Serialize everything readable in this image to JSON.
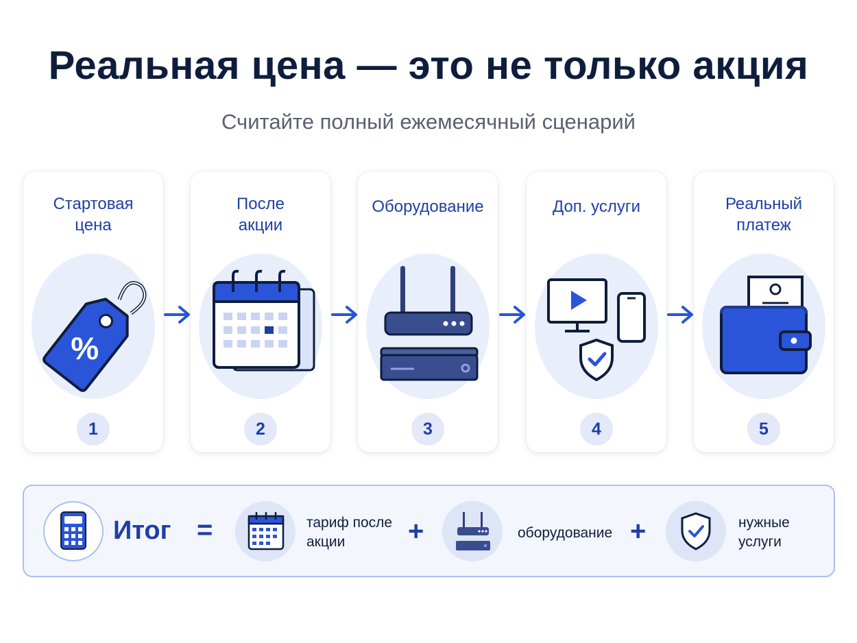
{
  "title": "Реальная цена — это не только акция",
  "subtitle": "Считайте полный ежемесячный сценарий",
  "steps": [
    {
      "label": "Стартовая цена",
      "number": "1",
      "icon": "price-tag-icon"
    },
    {
      "label": "После акции",
      "number": "2",
      "icon": "calendar-icon"
    },
    {
      "label": "Оборудование",
      "number": "3",
      "icon": "router-icon"
    },
    {
      "label": "Доп. услуги",
      "number": "4",
      "icon": "devices-icon"
    },
    {
      "label": "Реальный платеж",
      "number": "5",
      "icon": "wallet-icon"
    }
  ],
  "summary": {
    "label": "Итог",
    "equals": "=",
    "plus": "+",
    "items": [
      {
        "text": "тариф после акции",
        "icon": "calendar-icon"
      },
      {
        "text": "оборудование",
        "icon": "router-icon"
      },
      {
        "text": "нужные услуги",
        "icon": "shield-check-icon"
      }
    ]
  },
  "colors": {
    "primary": "#1e3fa6",
    "accent": "#2a55d8",
    "dark": "#0f1d3d",
    "circle": "#e9eefb"
  }
}
